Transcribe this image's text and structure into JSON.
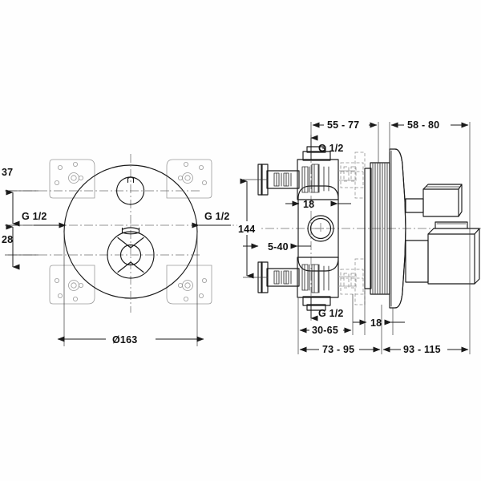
{
  "drawing": {
    "title": "Concealed thermostatic shower mixer — technical dimension drawing",
    "background_color": "#fefefe",
    "line_color": "#1a1a1a",
    "views": {
      "front": {
        "name": "front-circular-view",
        "description": "Circular escutcheon front view with two control handles and four corner mounting brackets"
      },
      "section": {
        "name": "side-section-view",
        "description": "Side cross-section of concealed valve body with wall flange and two handles"
      }
    },
    "labels": {
      "front_diameter": "Ø163",
      "front_top_offset": "37",
      "front_bottom_offset": "28",
      "front_inlet_left": "G 1/2",
      "front_inlet_right": "G 1/2",
      "section_top_left": "55 - 77",
      "section_top_right": "58 - 80",
      "section_inlet_top": "G 1/2",
      "section_inlet_bottom": "G 1/2",
      "section_height": "144",
      "section_body_width": "18",
      "section_depth_range": "5-40",
      "section_wall_depth": "30-65",
      "section_total_left": "73 - 95",
      "section_total_right": "93 - 115",
      "section_flange_offset": "18"
    }
  }
}
